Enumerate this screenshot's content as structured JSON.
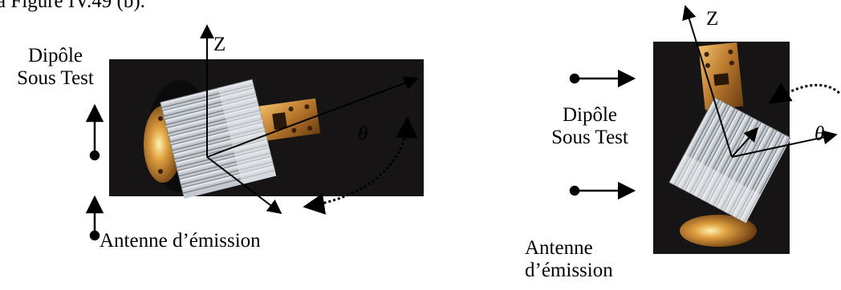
{
  "caption_fragment": "à Figure IV.49 (b).",
  "left_setup": {
    "dut_label": "Dipôle\nSous Test",
    "axis_z": "Z",
    "angle": "θ",
    "tx_label": "Antenne d’émission"
  },
  "right_setup": {
    "dut_label": "Dipôle\nSous Test",
    "axis_z": "Z",
    "angle": "θ",
    "tx_label": "Antenne\nd’émission"
  },
  "colors": {
    "photo_bg": "#161414",
    "heatsink": "#d9dde2",
    "copper": "#b8772c"
  }
}
